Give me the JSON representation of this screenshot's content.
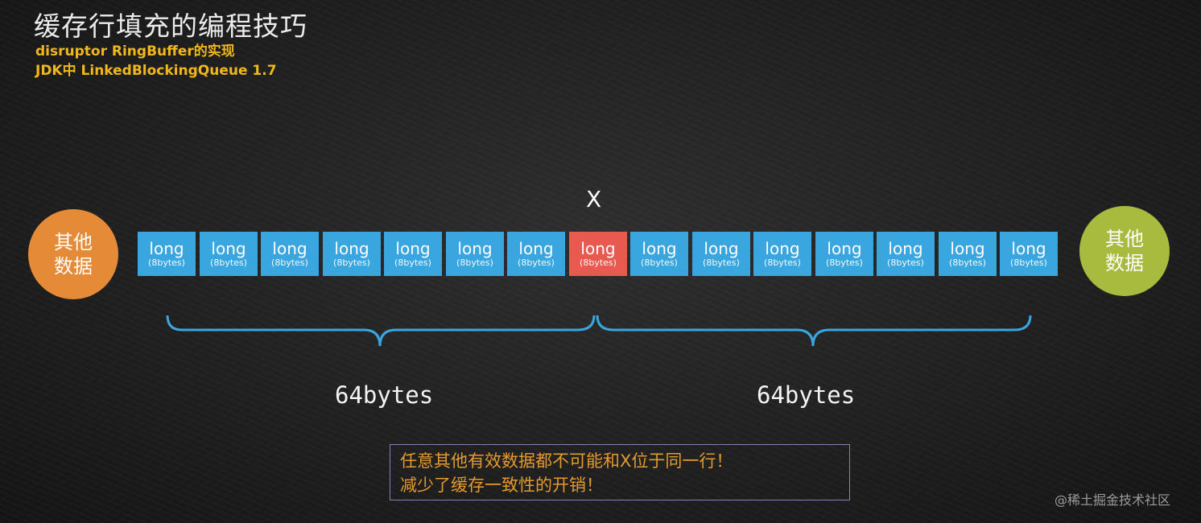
{
  "title": "缓存行填充的编程技巧",
  "subtitles": [
    "disruptor RingBuffer的实现",
    "JDK中 LinkedBlockingQueue 1.7"
  ],
  "left_circle": {
    "line1": "其他",
    "line2": "数据"
  },
  "right_circle": {
    "line1": "其他",
    "line2": "数据"
  },
  "x_label": "X",
  "cells": [
    {
      "type": "long",
      "size": "(8bytes)"
    },
    {
      "type": "long",
      "size": "(8bytes)"
    },
    {
      "type": "long",
      "size": "(8bytes)"
    },
    {
      "type": "long",
      "size": "(8bytes)"
    },
    {
      "type": "long",
      "size": "(8bytes)"
    },
    {
      "type": "long",
      "size": "(8bytes)"
    },
    {
      "type": "long",
      "size": "(8bytes)"
    },
    {
      "type": "long",
      "size": "(8bytes)",
      "highlighted": true
    },
    {
      "type": "long",
      "size": "(8bytes)"
    },
    {
      "type": "long",
      "size": "(8bytes)"
    },
    {
      "type": "long",
      "size": "(8bytes)"
    },
    {
      "type": "long",
      "size": "(8bytes)"
    },
    {
      "type": "long",
      "size": "(8bytes)"
    },
    {
      "type": "long",
      "size": "(8bytes)"
    },
    {
      "type": "long",
      "size": "(8bytes)"
    }
  ],
  "size_labels": [
    "64bytes",
    "64bytes"
  ],
  "note": {
    "line1": "任意其他有效数据都不可能和X位于同一行！",
    "line2": "减少了缓存一致性的开销！"
  },
  "watermark": "@稀土掘金技术社区",
  "colors": {
    "cell": "#3aa6e0",
    "highlight": "#e85a50",
    "left_circle": "#e58b38",
    "right_circle": "#a9bb3f",
    "brace": "#3aa6e0",
    "subtitle": "#f2b71c",
    "note_text": "#e49a2c"
  }
}
